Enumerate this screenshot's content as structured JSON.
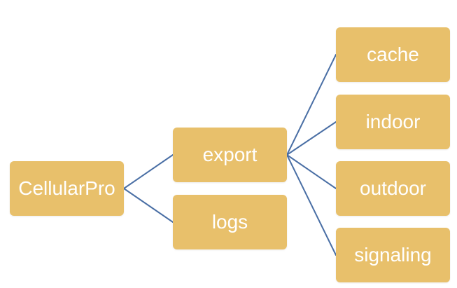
{
  "colors": {
    "node_fill": "#e8c06b",
    "text": "#ffffff",
    "connector": "#4a6fa5"
  },
  "tree": {
    "root": {
      "label": "CellularPro"
    },
    "level1": [
      {
        "label": "export"
      },
      {
        "label": "logs"
      }
    ],
    "level2": [
      {
        "label": "cache"
      },
      {
        "label": "indoor"
      },
      {
        "label": "outdoor"
      },
      {
        "label": "signaling"
      }
    ]
  }
}
